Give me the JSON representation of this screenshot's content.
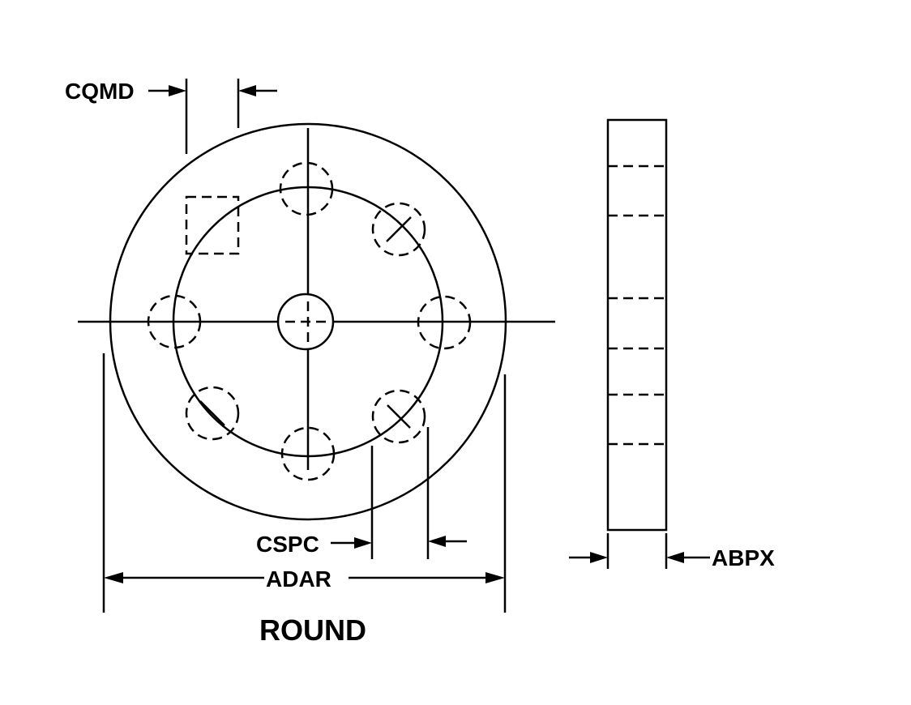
{
  "labels": {
    "hole_dimension": "CQMD",
    "bolt_spacing": "CSPC",
    "outside_diameter": "ADAR",
    "thickness": "ABPX",
    "shape": "ROUND"
  },
  "colors": {
    "line": "#000000",
    "background": "#ffffff"
  }
}
